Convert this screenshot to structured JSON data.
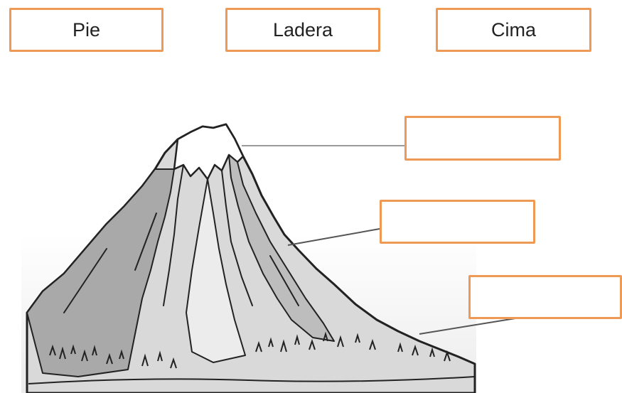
{
  "word_bank": {
    "pie": "Pie",
    "ladera": "Ladera",
    "cima": "Cima"
  },
  "answer_boxes": [
    {
      "target": "summit",
      "value": ""
    },
    {
      "target": "slope",
      "value": ""
    },
    {
      "target": "base",
      "value": ""
    }
  ],
  "colors": {
    "box_border": "#ee9a55",
    "line": "#222222",
    "shade_dark": "#a8a8a8",
    "shade_light": "#d6d6d6"
  }
}
